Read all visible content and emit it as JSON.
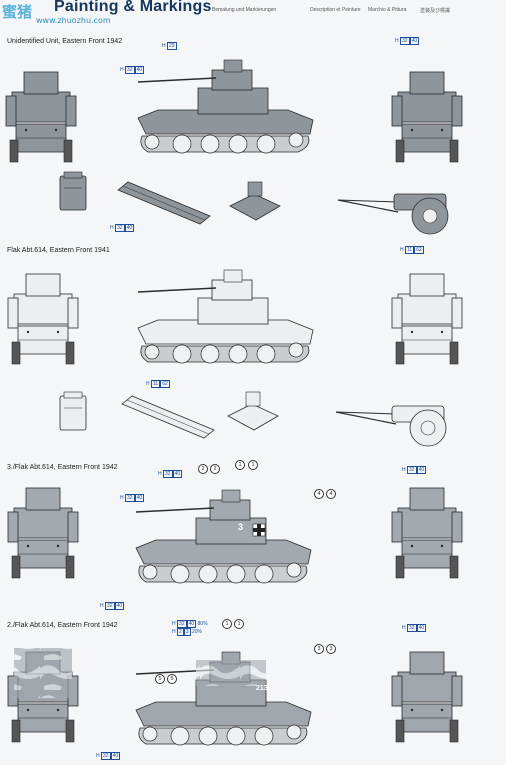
{
  "header": {
    "title": "Painting & Markings",
    "watermark": "蜜猪",
    "watermark_url": "www.zhuozhu.com",
    "languages": [
      "Bemalung und Markierungen",
      "Description et Peinture",
      "Marchio & Pittura",
      "塗装及び標識"
    ]
  },
  "sections": [
    {
      "label": "Unidentified Unit, Eastern Front 1942",
      "scheme": "dark-grey",
      "refs": {
        "r1": [
          "H",
          "32",
          "40"
        ],
        "r2": [
          "H",
          "32",
          "40"
        ],
        "r3": [
          "H",
          "29"
        ],
        "r4": [
          "H",
          "32",
          "40"
        ]
      }
    },
    {
      "label": "Flak Abt.614, Eastern Front 1941",
      "scheme": "light-white",
      "refs": {
        "r1": [
          "H",
          "11",
          "62"
        ],
        "r2": [
          "H",
          "11",
          "62"
        ]
      }
    },
    {
      "label": "3./Flak Abt.614, Eastern Front 1942",
      "scheme": "grey",
      "refs": {
        "r1": [
          "H",
          "32",
          "40"
        ],
        "r2": [
          "H",
          "32",
          "40"
        ],
        "r3": [
          "H",
          "32",
          "40"
        ],
        "r4": [
          "H",
          "32",
          "40"
        ]
      },
      "callouts": [
        "2",
        "2",
        "1",
        "1",
        "4",
        "4"
      ],
      "marking": "3"
    },
    {
      "label": "2./Flak Abt.614, Eastern Front 1942",
      "scheme": "camo",
      "refs": {
        "r1": [
          "H",
          "32",
          "40",
          "80%"
        ],
        "r2": [
          "H",
          "2",
          "3",
          "20%"
        ],
        "r3": [
          "H",
          "32",
          "40"
        ],
        "r4": [
          "H",
          "32",
          "40"
        ]
      },
      "callouts": [
        "1",
        "1",
        "3",
        "3",
        "5",
        "5"
      ],
      "marking": "213"
    }
  ],
  "colors": {
    "title": "#16365f",
    "dark_grey": "#8e959b",
    "grey": "#a3a9ae",
    "light": "#eceeef",
    "outline": "#2b2b2b"
  }
}
